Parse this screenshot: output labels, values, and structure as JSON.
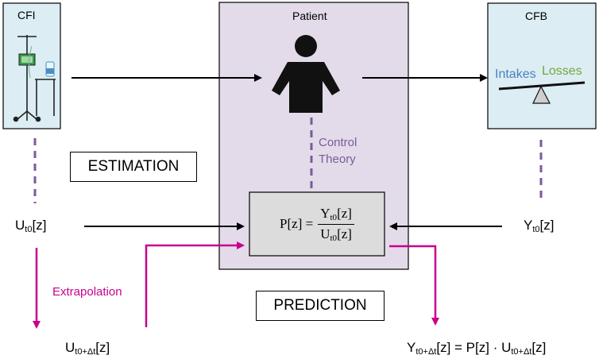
{
  "boxes": {
    "cfi": "CFI",
    "patient": "Patient",
    "cfb": "CFB",
    "intakes": "Intakes",
    "losses": "Losses"
  },
  "labels": {
    "control_theory_1": "Control",
    "control_theory_2": "Theory",
    "estimation": "ESTIMATION",
    "prediction": "PREDICTION",
    "extrapolation": "Extrapolation"
  },
  "signals": {
    "u_main": "U",
    "u_sub": "t0",
    "u_arg": "[z]",
    "y_main": "Y",
    "y_sub": "t0",
    "y_arg": "[z]",
    "uf_main": "U",
    "uf_sub": "t0+Δt",
    "uf_arg": "[z]",
    "yf_main": "Y",
    "yf_sub": "t0+Δt",
    "yf_eq": "[z] = P[z] · U",
    "yf_sub2": "t0+Δt",
    "yf_arg": "[z]"
  },
  "formula": {
    "lhs": "P[z] =",
    "num_main": "Y",
    "num_sub": "t0",
    "num_arg": "[z]",
    "den_main": "U",
    "den_sub": "t0",
    "den_arg": "[z]"
  },
  "colors": {
    "box_blue": "#dcedf3",
    "patient_bg": "#e3dbe9",
    "purple": "#7a5a9c",
    "magenta": "#c8008c",
    "formula_bg": "#dcdcdc",
    "intakes": "#4a7fc0",
    "losses": "#74a83a"
  }
}
